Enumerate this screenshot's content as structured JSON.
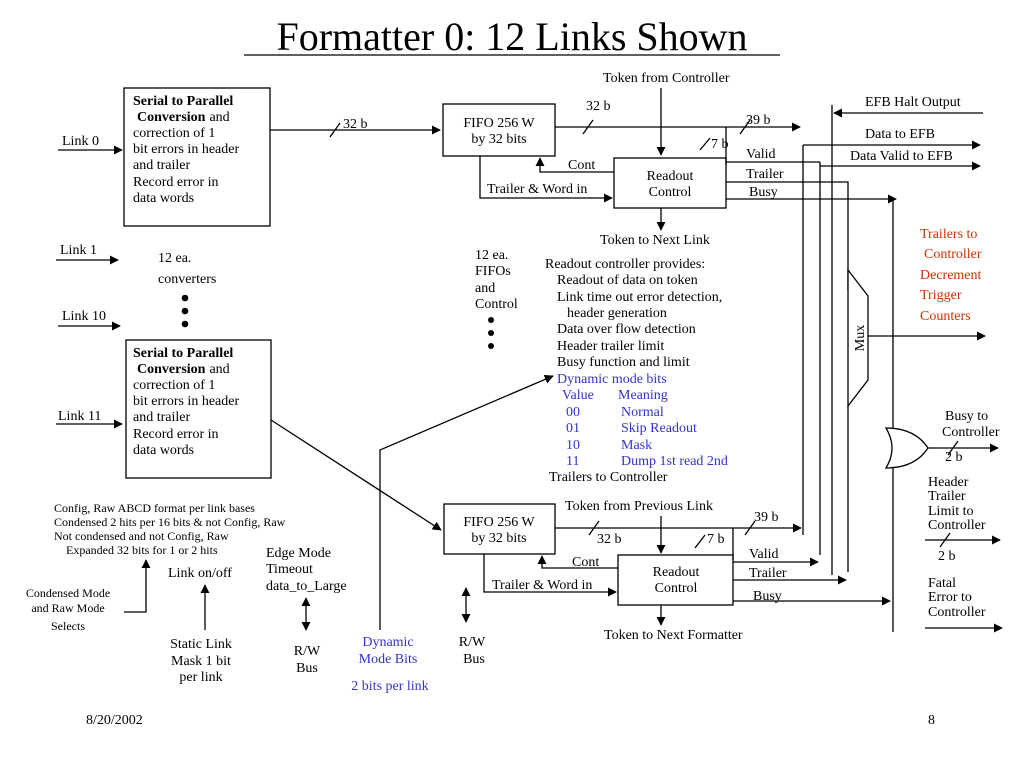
{
  "title": "Formatter 0: 12 Links Shown",
  "footer": {
    "date": "8/20/2002",
    "page": "8"
  },
  "links": {
    "link0": "Link 0",
    "link1": "Link 1",
    "link10": "Link 10",
    "link11": "Link 11"
  },
  "converter": {
    "heading1": "Serial to Parallel",
    "heading2": "Conversion",
    "and": "and",
    "lines": [
      "correction of 1",
      "bit errors in header",
      "and trailer",
      "Record error in",
      "data words"
    ]
  },
  "converters_count": [
    "12 ea.",
    "converters"
  ],
  "fifos_count": [
    "12 ea.",
    "FIFOs",
    "and",
    "Control"
  ],
  "fifo": {
    "line1": "FIFO 256 W",
    "line2": "by 32 bits"
  },
  "readout_control": {
    "line1": "Readout",
    "line2": "Control"
  },
  "bus_labels": {
    "b32": "32 b",
    "b39": "39 b",
    "b7": "7 b",
    "b2": "2 b"
  },
  "signals": {
    "token_from_controller": "Token from Controller",
    "token_to_next_link": "Token to Next Link",
    "token_from_previous_link": "Token from Previous Link",
    "token_to_next_formatter": "Token to Next Formatter",
    "cont": "Cont",
    "trailer_word_in": "Trailer & Word in",
    "valid": "Valid",
    "trailer": "Trailer",
    "busy": "Busy",
    "efb_halt_output": "EFB Halt Output",
    "data_to_efb": "Data to EFB",
    "data_valid_to_efb": "Data Valid to EFB",
    "mux": "Mux"
  },
  "trailers_to_controller": [
    "Trailers to",
    "Controller",
    "Decrement",
    "Trigger",
    "Counters"
  ],
  "right_outputs": {
    "busy_to_controller": [
      "Busy  to",
      "Controller"
    ],
    "header_trailer_limit": [
      "Header",
      "Trailer",
      "Limit to",
      "Controller"
    ],
    "fatal_error": [
      "Fatal",
      "Error to",
      "Controller"
    ]
  },
  "readout_provides": {
    "heading": "Readout controller provides:",
    "items": [
      "Readout of data on token",
      "Link time out error detection,",
      "header generation",
      "Data over flow detection",
      "Header trailer limit",
      "Busy function and limit"
    ],
    "dynamic_heading": "Dynamic mode bits",
    "table_header": [
      "Value",
      "Meaning"
    ],
    "table_rows": [
      [
        "00",
        "Normal"
      ],
      [
        "01",
        "Skip Readout"
      ],
      [
        "10",
        "Mask"
      ],
      [
        "11",
        "Dump 1st read 2nd"
      ]
    ],
    "trailers_line": "Trailers to Controller"
  },
  "config_notes": [
    "Config, Raw ABCD format per link bases",
    "Condensed 2 hits per 16 bits & not Config, Raw",
    "Not condensed and not Config, Raw",
    "Expanded 32 bits for 1 or 2 hits"
  ],
  "bottom_labels": {
    "condensed_mode": [
      "Condensed Mode",
      "and Raw Mode",
      "Selects"
    ],
    "link_onoff": "Link on/off",
    "static_link_mask": [
      "Static Link",
      "Mask 1 bit",
      "per link"
    ],
    "edge_mode": [
      "Edge Mode",
      "Timeout",
      "data_to_Large"
    ],
    "rw_bus": [
      "R/W",
      "Bus"
    ],
    "dynamic_mode_bits": [
      "Dynamic",
      "Mode Bits"
    ],
    "bits_per_link": "2 bits per link"
  },
  "colors": {
    "blue_text": "#3333cc",
    "red_text": "#cc3300",
    "line": "#000000"
  }
}
